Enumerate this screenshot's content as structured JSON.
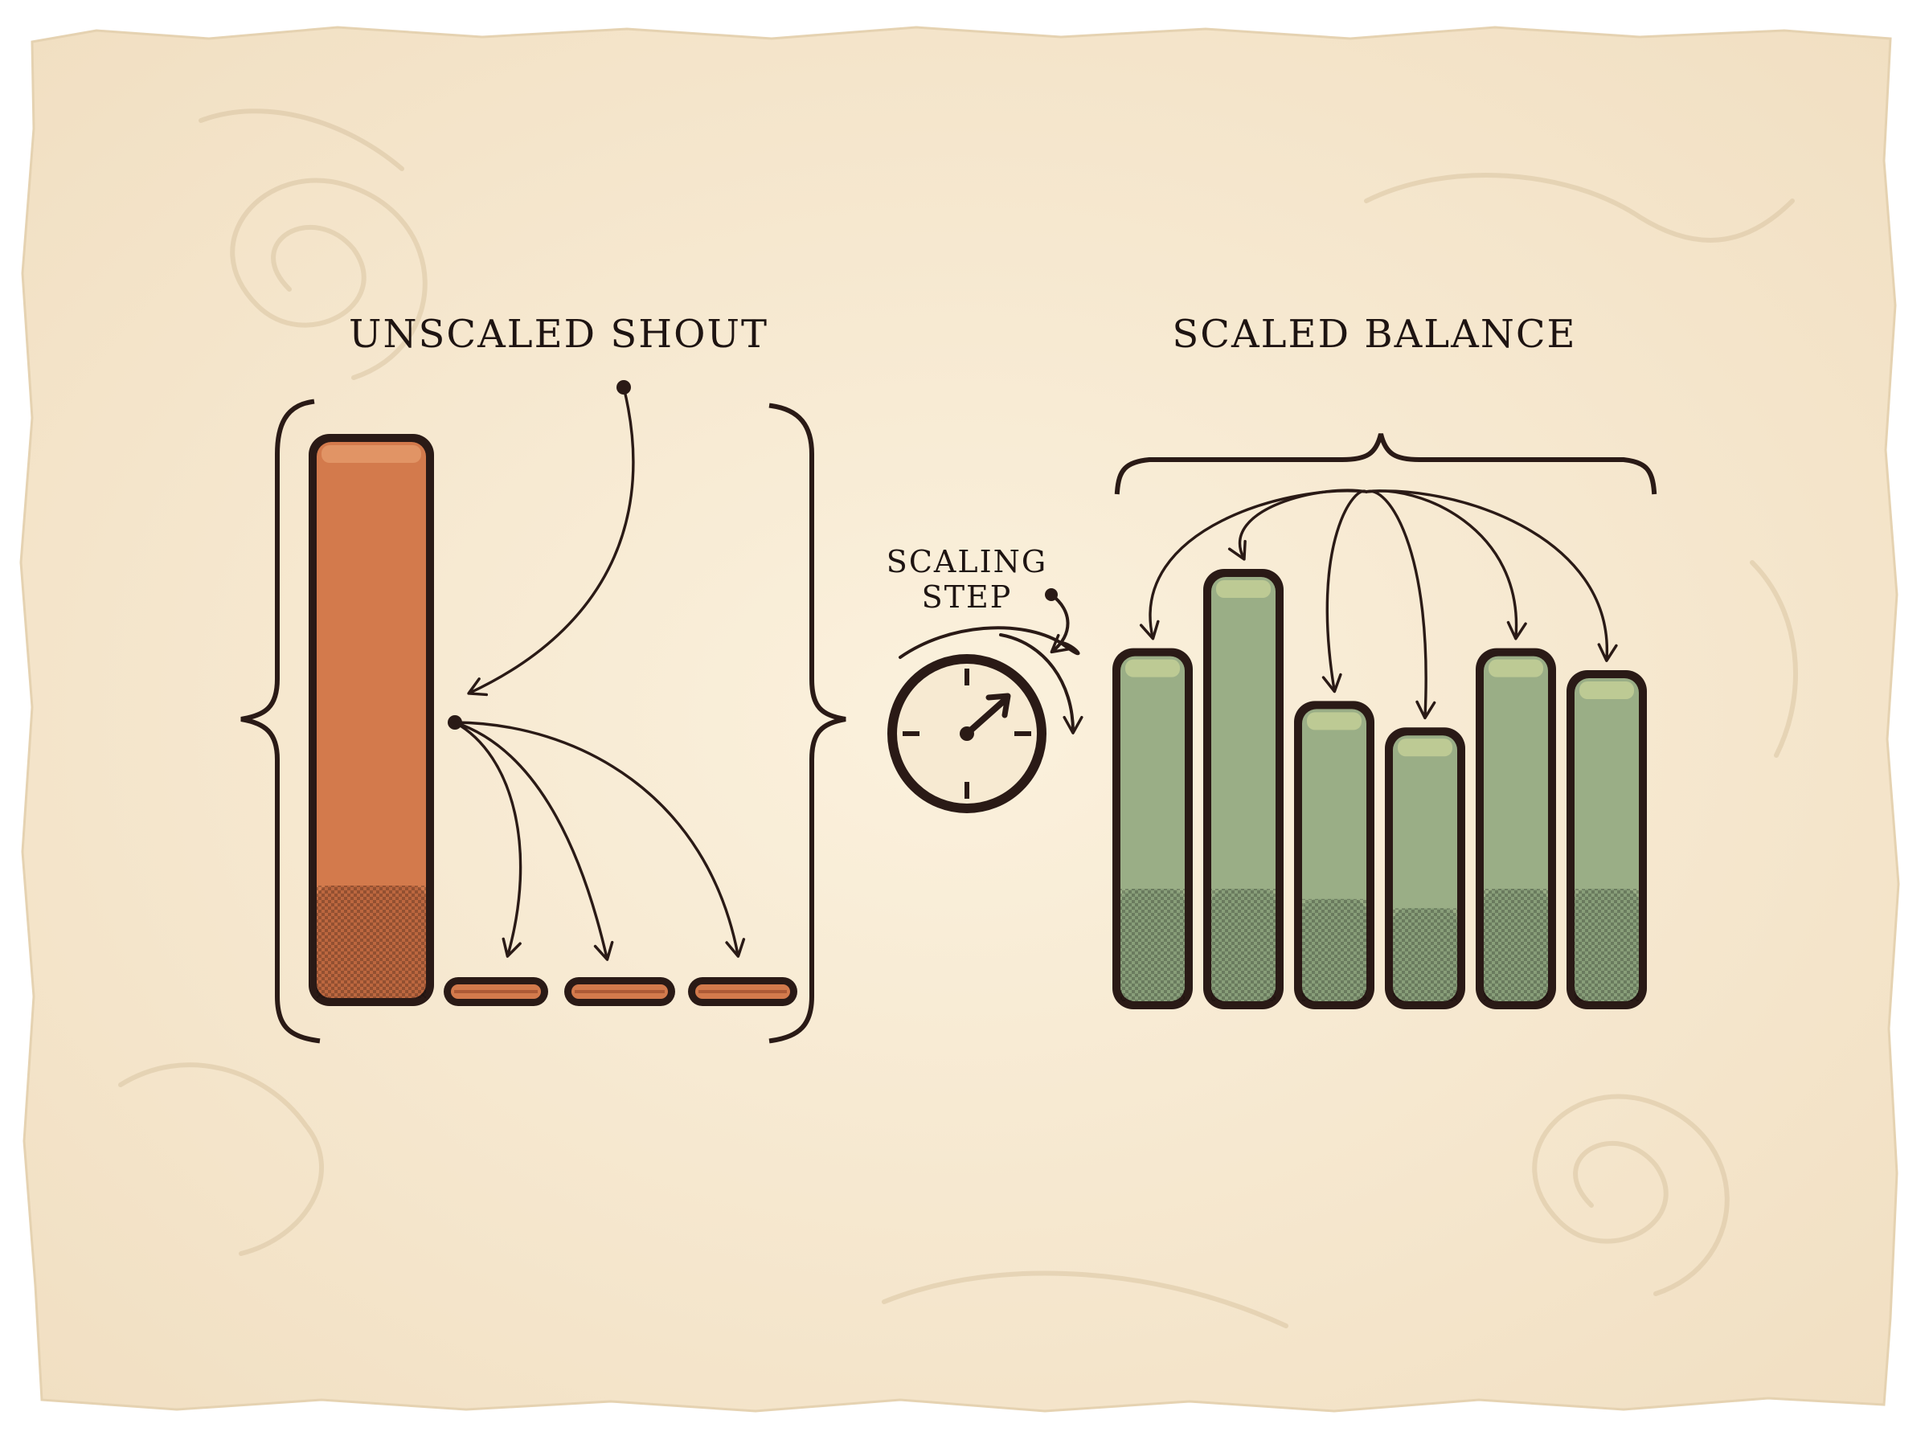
{
  "labels": {
    "left_title": "UNSCALED SHOUT",
    "right_title": "SCALED BALANCE",
    "step_line1": "SCALING",
    "step_line2": "STEP"
  },
  "diagram": {
    "unscaled": [
      1.0,
      0.04,
      0.04,
      0.04
    ],
    "scaled": [
      0.82,
      1.0,
      0.7,
      0.64,
      0.82,
      0.77
    ]
  },
  "colors": {
    "paper": "#f7ead2",
    "ink": "#2a1a16",
    "orange": "#d37a4c",
    "orange_light": "#e3996a",
    "orange_dark": "#a95734",
    "green": "#9aae86",
    "green_light": "#c3cf97",
    "green_dark": "#7a9270"
  },
  "icons": {
    "timer": "stopwatch-icon"
  }
}
